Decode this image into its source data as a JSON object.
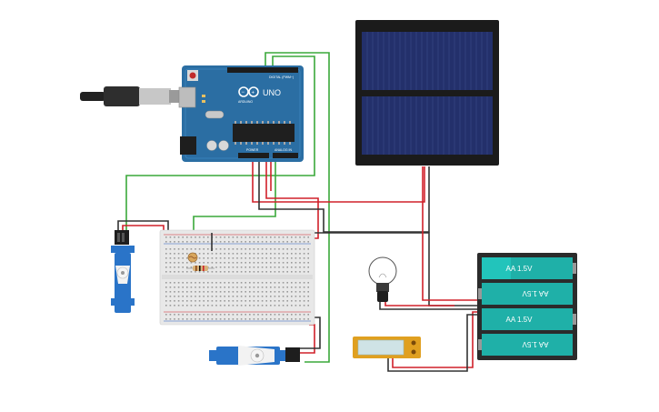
{
  "arduino": {
    "model": "UNO",
    "brand": "ARDUINO",
    "header_digital": "DIGITAL (PWM~)",
    "header_power": "POWER",
    "header_analog": "ANALOG IN"
  },
  "batteries": {
    "cells": [
      "AA 1.5V",
      "AA 1.5V",
      "AA 1.5V",
      "AA 1.5V"
    ]
  },
  "colors": {
    "wire_red": "#d0202a",
    "wire_black": "#333333",
    "wire_green": "#3aa83a",
    "arduino_blue": "#2b6ea3",
    "servo_blue": "#2a74c8",
    "solar_panel": "#1f2a5a",
    "battery_teal": "#1fb0a8",
    "lcd_frame": "#e0a020"
  }
}
